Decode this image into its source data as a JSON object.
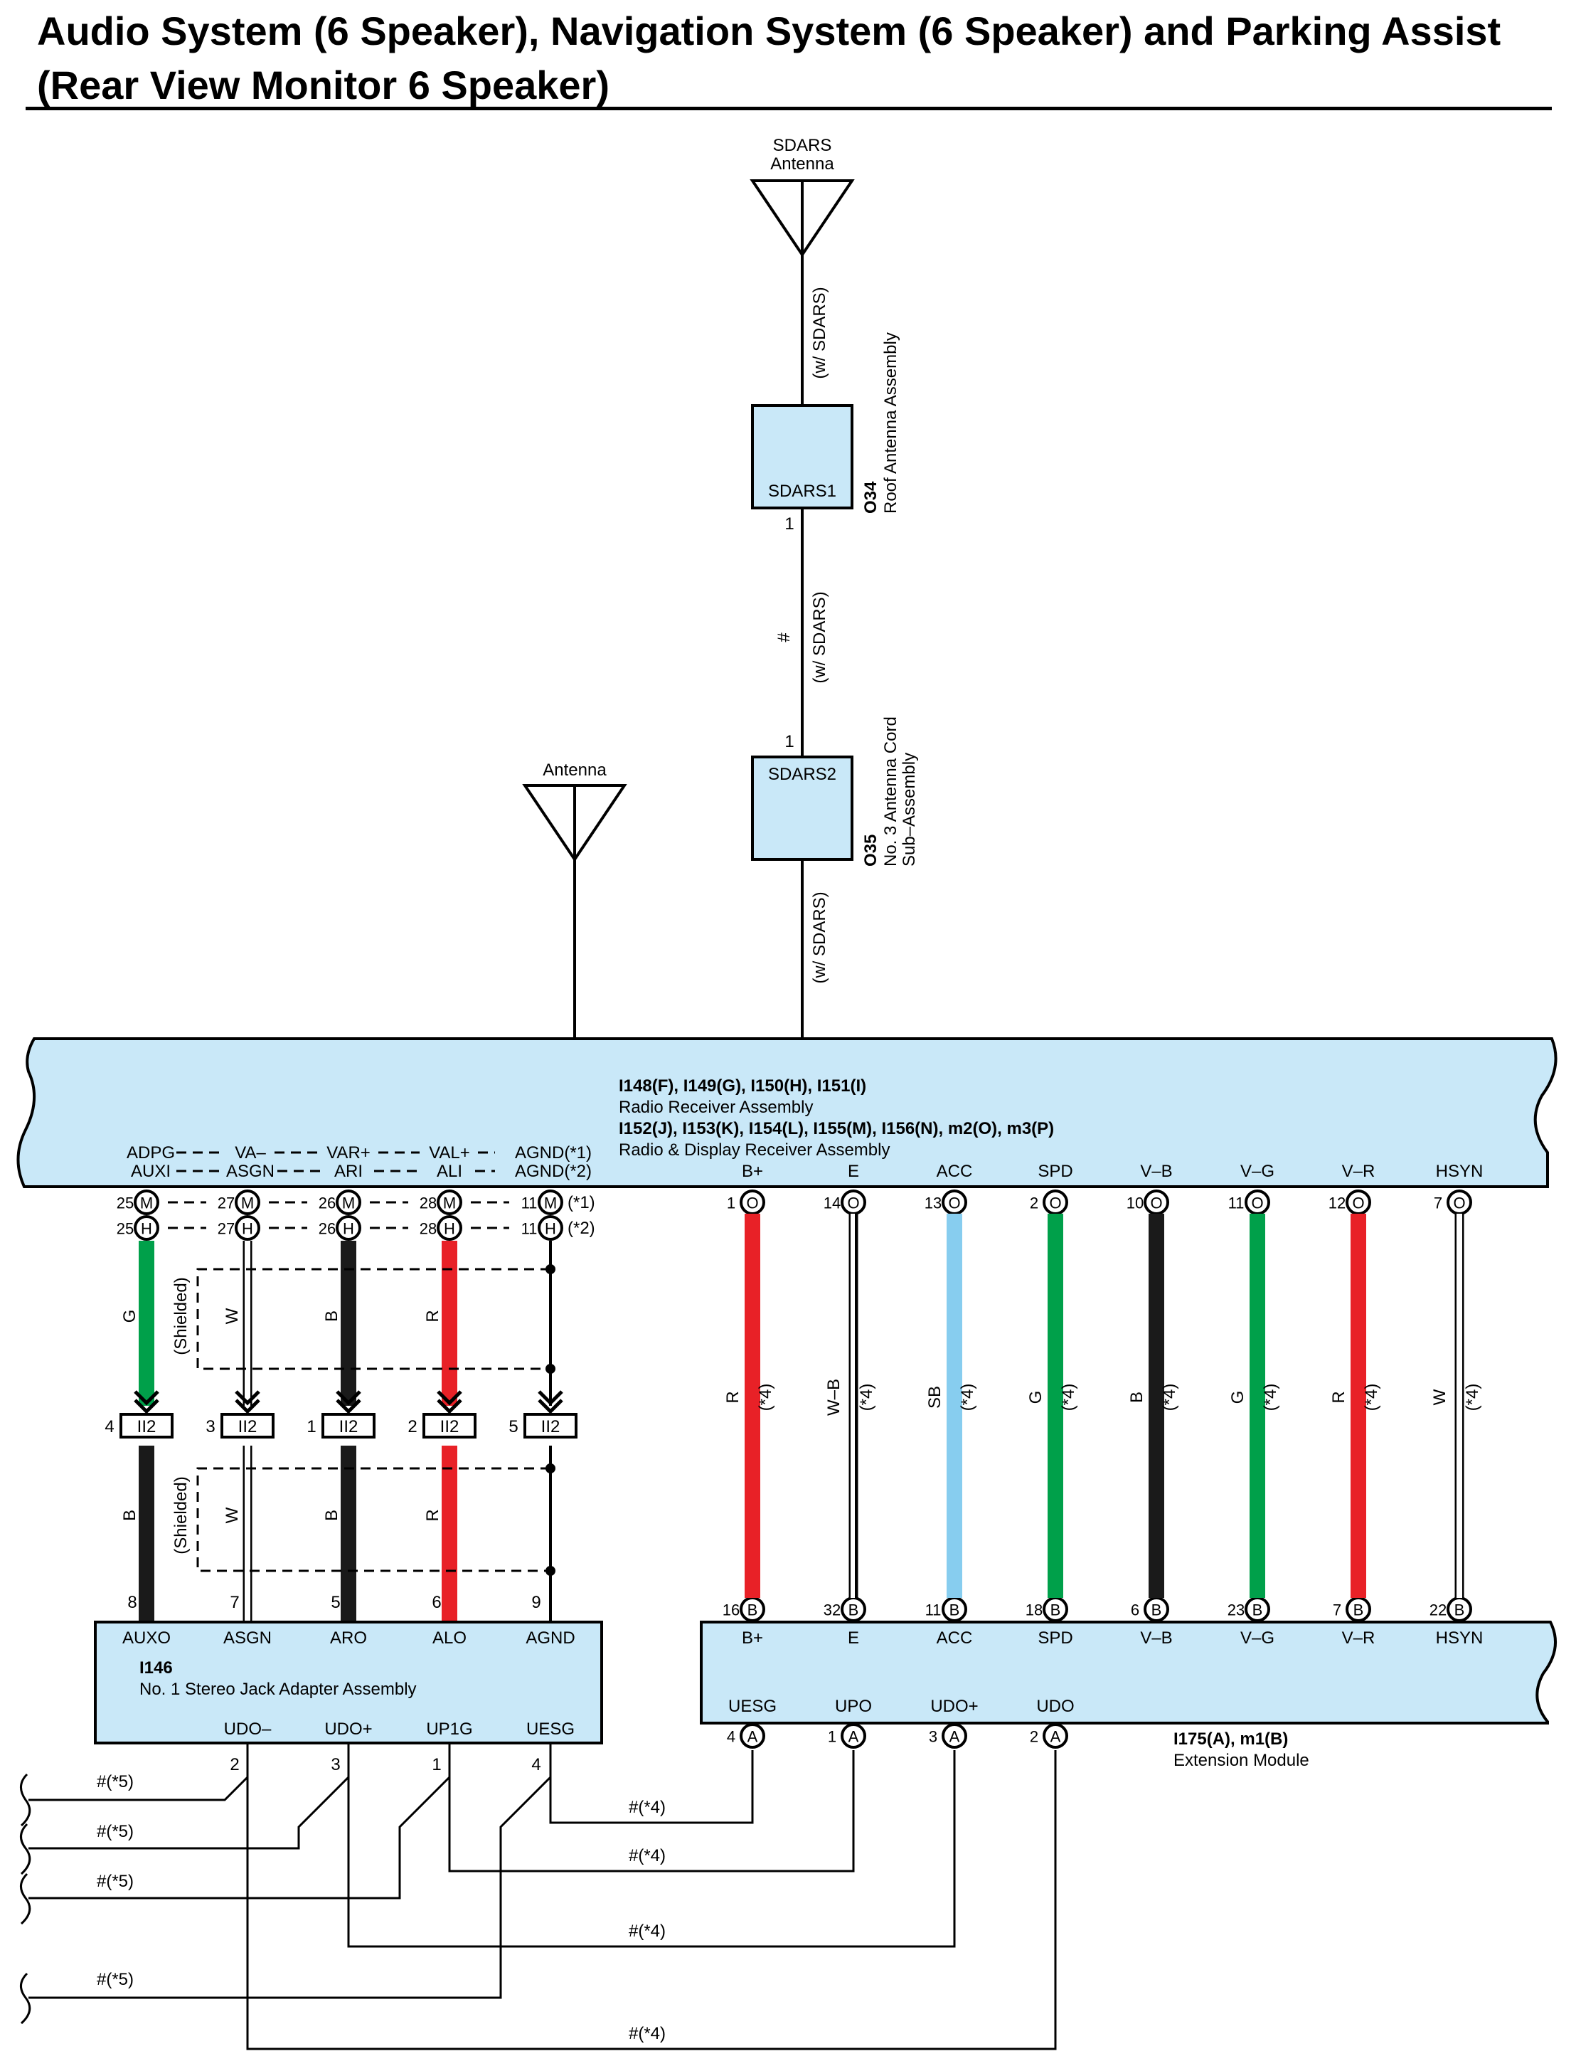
{
  "title": "Audio System (6 Speaker), Navigation System (6 Speaker) and Parking Assist (Rear View Monitor 6 Speaker)",
  "sdars_antenna": {
    "line1": "SDARS",
    "line2": "Antenna"
  },
  "antenna": {
    "label": "Antenna"
  },
  "sdars_wire_note": "(w/ SDARS)",
  "shielded_mark": "#",
  "o34": {
    "id": "O34",
    "name": "Roof Antenna Assembly",
    "terminal": "SDARS1",
    "pin": "1"
  },
  "o35": {
    "id": "O35",
    "name_line1": "No. 3 Antenna Cord",
    "name_line2": "Sub–Assembly",
    "terminal": "SDARS2",
    "pin": "1"
  },
  "radio": {
    "connectors_1": "I148(F), I149(G), I150(H), I151(I)",
    "name_1": "Radio Receiver Assembly",
    "connectors_2": "I152(J), I153(K), I154(L), I155(M), I156(N), m2(O), m3(P)",
    "name_2": "Radio & Display Receiver Assembly",
    "m_labels": [
      "ADPG",
      "VA–",
      "VAR+",
      "VAL+",
      "AGND(*1)"
    ],
    "h_labels": [
      "AUXI",
      "ASGN",
      "ARI",
      "ALI",
      "AGND(*2)"
    ],
    "m_pins": [
      "25",
      "27",
      "26",
      "28",
      "11"
    ],
    "h_pins": [
      "25",
      "27",
      "26",
      "28",
      "11"
    ],
    "m_letter": "M",
    "h_letter": "H",
    "note_m": "(*1)",
    "note_h": "(*2)",
    "right_terminals": [
      "B+",
      "E",
      "ACC",
      "SPD",
      "V–B",
      "V–G",
      "V–R",
      "HSYN"
    ],
    "right_pins": [
      "1",
      "14",
      "13",
      "2",
      "10",
      "11",
      "12",
      "7"
    ],
    "right_letter": "O"
  },
  "left_wires_top": [
    "G",
    "W",
    "B",
    "R"
  ],
  "left_wires_bottom": [
    "B",
    "W",
    "B",
    "R"
  ],
  "shielded_label": "(Shielded)",
  "junction": {
    "id": "II2",
    "pins": [
      "4",
      "3",
      "1",
      "2",
      "5"
    ]
  },
  "right_wires": [
    {
      "color_code": "R",
      "note": "(*4)",
      "color": "#e82127"
    },
    {
      "color_code": "W–B",
      "note": "(*4)",
      "color": "#ffffff"
    },
    {
      "color_code": "SB",
      "note": "(*4)",
      "color": "#87cdef"
    },
    {
      "color_code": "G",
      "note": "(*4)",
      "color": "#00a04a"
    },
    {
      "color_code": "B",
      "note": "(*4)",
      "color": "#1a1a1a"
    },
    {
      "color_code": "G",
      "note": "(*4)",
      "color": "#00a04a"
    },
    {
      "color_code": "R",
      "note": "(*4)",
      "color": "#e82127"
    },
    {
      "color_code": "W",
      "note": "(*4)",
      "color": "#ffffff"
    }
  ],
  "i146": {
    "id": "I146",
    "name": "No. 1 Stereo Jack Adapter Assembly",
    "top_terminals": [
      "AUXO",
      "ASGN",
      "ARO",
      "ALO",
      "AGND"
    ],
    "top_pins": [
      "8",
      "7",
      "5",
      "6",
      "9"
    ],
    "bottom_terminals": [
      "UDO–",
      "UDO+",
      "UP1G",
      "UESG"
    ],
    "bottom_pins": [
      "2",
      "3",
      "1",
      "4"
    ]
  },
  "ext": {
    "id": "I175(A), m1(B)",
    "name": "Extension Module",
    "top_terminals": [
      "B+",
      "E",
      "ACC",
      "SPD",
      "V–B",
      "V–G",
      "V–R",
      "HSYN"
    ],
    "top_pins": [
      "16",
      "32",
      "11",
      "18",
      "6",
      "23",
      "7",
      "22"
    ],
    "top_letter": "B",
    "bottom_terminals": [
      "UESG",
      "UPO",
      "UDO+",
      "UDO"
    ],
    "bottom_pins": [
      "4",
      "1",
      "3",
      "2"
    ],
    "bottom_letter": "A"
  },
  "bottom_notes": {
    "left": [
      "#(*5)",
      "#(*5)",
      "#(*5)",
      "#(*5)"
    ],
    "right": [
      "#(*4)",
      "#(*4)",
      "#(*4)",
      "#(*4)"
    ]
  },
  "wire_colors": {
    "green": "#00a04a",
    "red": "#e82127",
    "black": "#1a1a1a",
    "sky_blue": "#87cdef",
    "box_fill": "#c9e8f8"
  }
}
